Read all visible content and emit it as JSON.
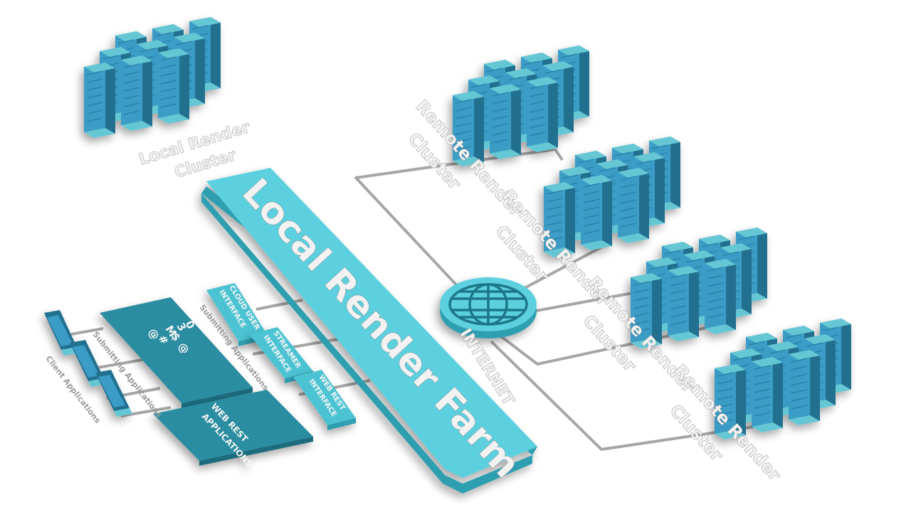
{
  "diagram": {
    "title": "Local Render Farm",
    "hub_label": "INTERNET",
    "local_cluster": {
      "label_line1": "Local Render",
      "label_line2": "Cluster"
    },
    "remote_clusters": [
      {
        "label_line1": "Remote Render",
        "label_line2": "Cluster"
      },
      {
        "label_line1": "Remote Render",
        "label_line2": "Cluster"
      },
      {
        "label_line1": "Remote Render",
        "label_line2": "Cluster"
      },
      {
        "label_line1": "Remote Render",
        "label_line2": "Cluster"
      }
    ],
    "interfaces": [
      {
        "line1": "CLOUD USER",
        "line2": "INTERFACE"
      },
      {
        "line1": "STREAMER",
        "line2": "INTERFACE"
      },
      {
        "line1": "WEB REST",
        "line2": "INTERFACE"
      }
    ],
    "client_blocks": [
      {
        "line1": "",
        "line2": ""
      },
      {
        "line1": "WEB REST",
        "line2": "APPLICATIONS"
      }
    ],
    "side_labels": [
      "Submitting Applications",
      "Submitting Applications",
      "Client Applications"
    ],
    "colors": {
      "primary": "#5cd0de",
      "primary_dark": "#2e9fb0",
      "server_body": "#3a9cc6",
      "server_dark": "#22708f",
      "server_base": "#65c7d4",
      "panel": "#2b8da1",
      "panel_dark": "#1a6c7d",
      "wire": "#a6a6a6"
    }
  }
}
